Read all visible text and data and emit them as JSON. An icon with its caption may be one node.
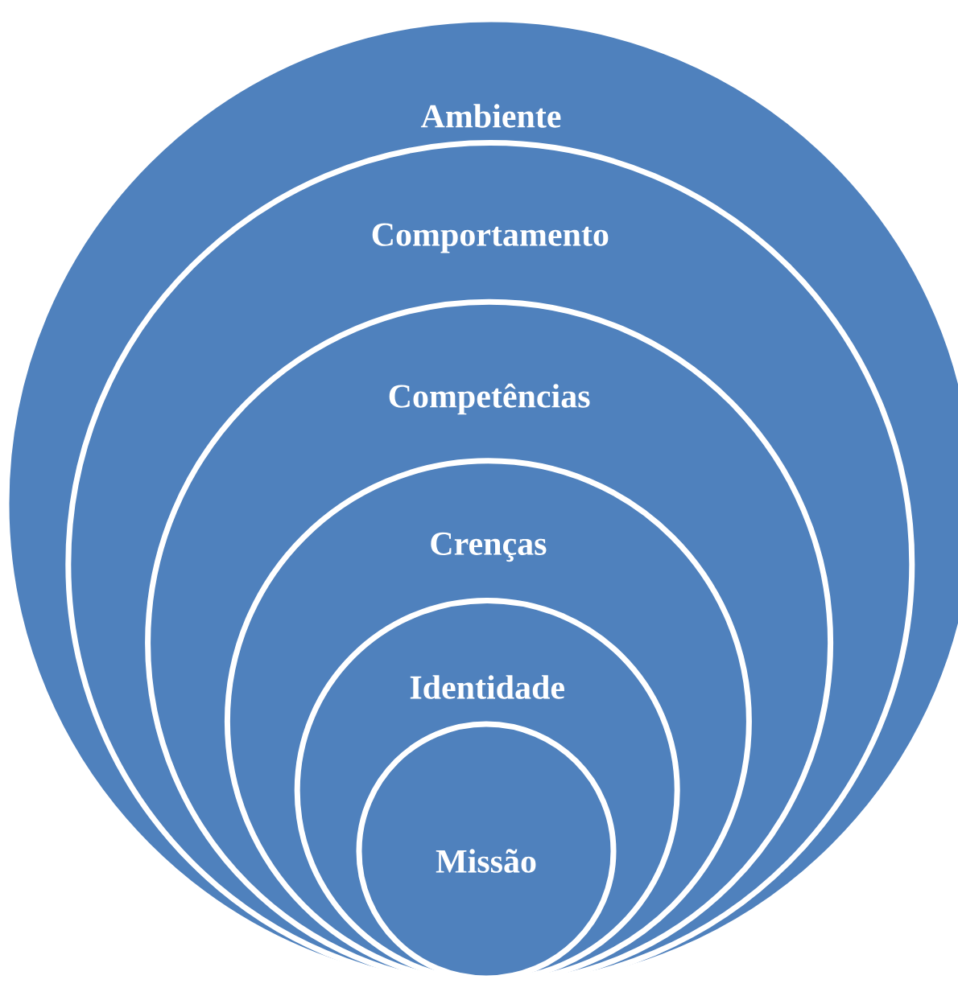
{
  "diagram": {
    "nodes": [
      {
        "text": [
          "Ambiente"
        ]
      },
      {
        "text": [
          "Comportamento"
        ],
        "in": 0
      },
      {
        "text": [
          "Competências"
        ],
        "in": 1
      },
      {
        "text": [
          "Crenças"
        ],
        "in": 2
      },
      {
        "text": [
          "Identidade"
        ],
        "in": 3
      },
      {
        "text": [
          "Missão"
        ],
        "in": 4
      }
    ]
  }
}
